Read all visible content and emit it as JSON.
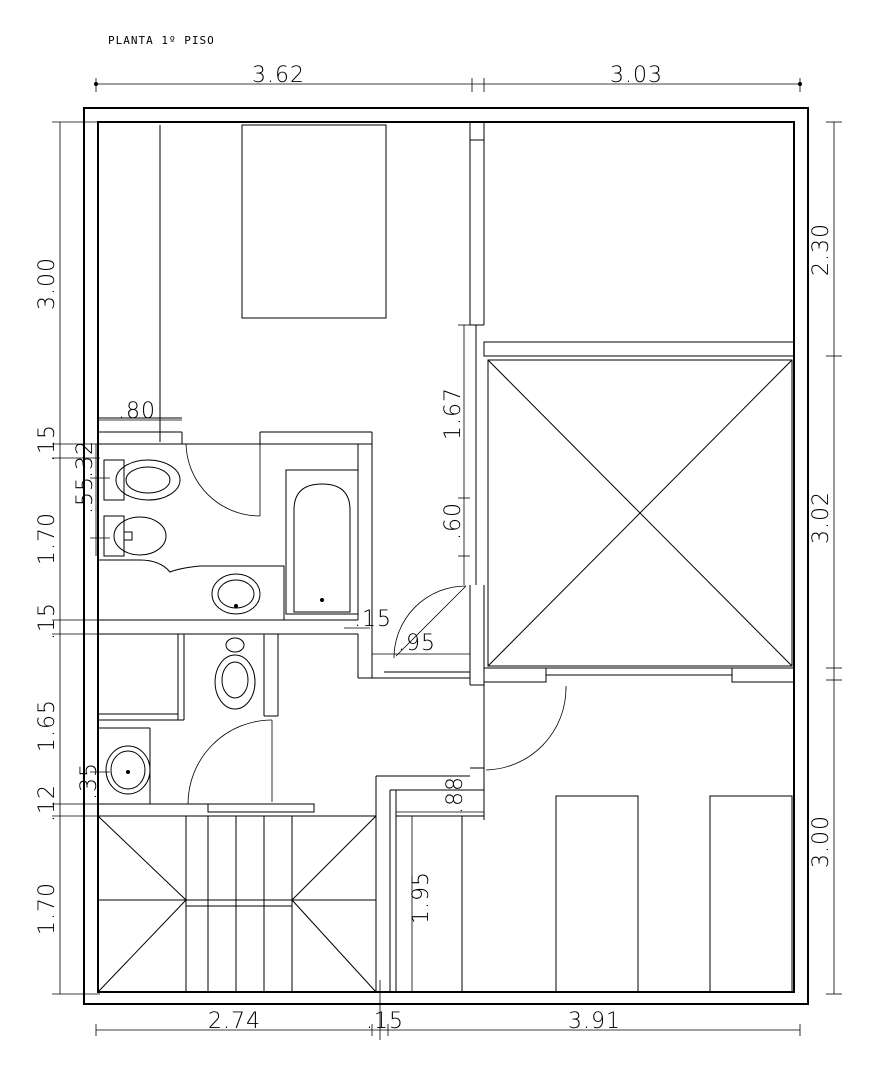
{
  "title": "PLANTA 1º PISO",
  "dimensions": {
    "top_left": "3.62",
    "top_right": "3.03",
    "bottom_left": "2.74",
    "bottom_mid": ".15",
    "bottom_right": "3.91",
    "left_300": "3.00",
    "left_15a": ".15",
    "left_170a": "1.70",
    "left_15b": ".15",
    "left_165": "1.65",
    "left_12": ".12",
    "left_170b": "1.70",
    "right_230": "2.30",
    "right_302": "3.02",
    "right_300": "3.00",
    "bath_80": ".80",
    "bath_32": ".32",
    "bath_55": ".55",
    "bath_35": ".35",
    "mid_167": "1.67",
    "mid_60": ".60",
    "mid_15": ".15",
    "mid_95": ".95",
    "mid_88": ".88",
    "mid_195": "1.95"
  }
}
